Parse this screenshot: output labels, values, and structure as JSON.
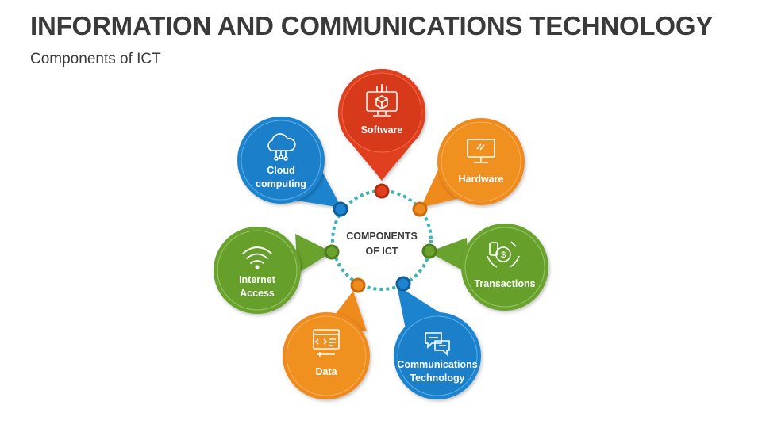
{
  "header": {
    "title": "INFORMATION AND COMMUNICATIONS TECHNOLOGY",
    "subtitle": "Components of ICT"
  },
  "center": {
    "line1": "COMPONENTS",
    "line2": "OF ICT"
  },
  "colors": {
    "red": "#e0401f",
    "orange": "#ef8a1f",
    "green": "#6aa22d",
    "blue": "#1e84cf",
    "ring": "#3bb5b7",
    "text": "#3a3a3a"
  },
  "components": [
    {
      "key": "software",
      "line1": "Software",
      "line2": "",
      "color": "red",
      "icon": "software-icon"
    },
    {
      "key": "hardware",
      "line1": "Hardware",
      "line2": "",
      "color": "orange",
      "icon": "monitor-icon"
    },
    {
      "key": "transactions",
      "line1": "Transactions",
      "line2": "",
      "color": "green",
      "icon": "money-transfer-icon"
    },
    {
      "key": "communications-technology",
      "line1": "Communications",
      "line2": "Technology",
      "color": "blue",
      "icon": "chat-bubbles-icon"
    },
    {
      "key": "data",
      "line1": "Data",
      "line2": "",
      "color": "orange",
      "icon": "code-window-icon"
    },
    {
      "key": "internet-access",
      "line1": "Internet",
      "line2": "Access",
      "color": "green",
      "icon": "wifi-icon"
    },
    {
      "key": "cloud-computing",
      "line1": "Cloud",
      "line2": "computing",
      "color": "blue",
      "icon": "cloud-icon"
    }
  ]
}
